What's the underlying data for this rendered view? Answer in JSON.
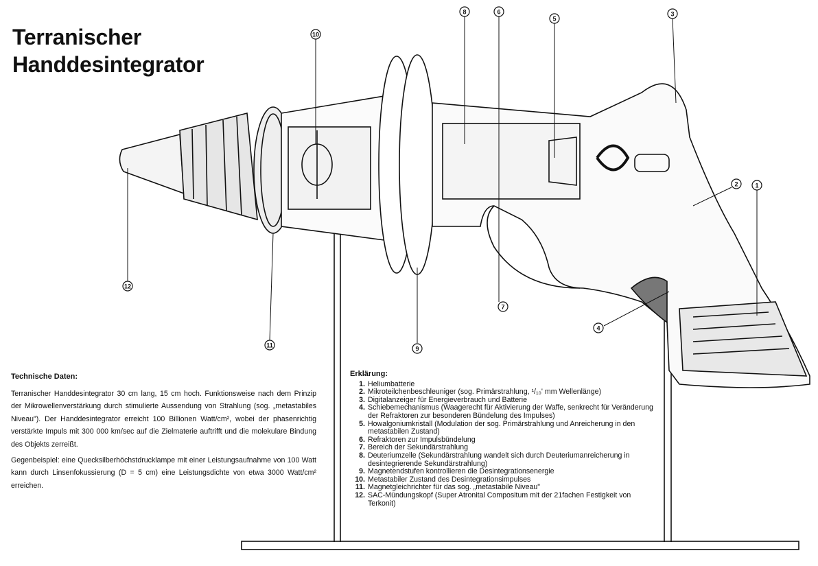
{
  "title": {
    "line1": "Terranischer",
    "line2": "Handdesintegrator"
  },
  "technical_data": {
    "heading": "Technische Daten:",
    "paragraph1": "Terranischer Handdesintegrator 30 cm lang, 15 cm hoch. Funktionsweise nach dem Prinzip der Mikrowellenverstärkung durch stimulierte Aussendung von Strahlung (sog. „metastabiles Niveau\"). Der Handdesintegrator erreicht 100 Billionen Watt/cm², wobei der phasenrichtig verstärkte Impuls mit 300 000 km/sec auf die Zielmaterie auftrifft und die molekulare Bindung des Objekts zerreißt.",
    "paragraph2": "Gegenbeispiel: eine Quecksilberhöchstdrucklampe mit einer Leistungsaufnahme von 100 Watt kann durch Linsenfokussierung (D = 5 cm) eine Leistungsdichte von etwa 3000 Watt/cm² erreichen."
  },
  "legend": {
    "heading": "Erklärung:",
    "items": [
      {
        "num": "1.",
        "text": "Heliumbatterie"
      },
      {
        "num": "2.",
        "text": "Mikroteilchenbeschleuniger (sog. Primärstrahlung, ¹/₁₀' mm Wellenlänge)"
      },
      {
        "num": "3.",
        "text": "Digitalanzeiger für Energieverbrauch und Batterie"
      },
      {
        "num": "4.",
        "text": "Schiebemechanismus (Waagerecht für Aktivierung der Waffe, senkrecht für Veränderung der Refraktoren zur besonderen Bündelung des Impulses)"
      },
      {
        "num": "5.",
        "text": "Howalgoniumkristall (Modulation der sog. Primärstrahlung und Anreicherung in den metastabilen Zustand)"
      },
      {
        "num": "6.",
        "text": "Refraktoren zur Impulsbündelung"
      },
      {
        "num": "7.",
        "text": "Bereich der Sekundärstrahlung"
      },
      {
        "num": "8.",
        "text": "Deuteriumzelle (Sekundärstrahlung wandelt sich durch Deuteriumanreicherung in desintegrierende Sekundärstrahlung)"
      },
      {
        "num": "9.",
        "text": "Magnetendstufen kontrollieren die Desintegrationsenergie"
      },
      {
        "num": "10.",
        "text": "Metastabiler Zustand des Desintegrationsimpulses"
      },
      {
        "num": "11.",
        "text": "Magnetgleichrichter für das sog. „metastabile Niveau\""
      },
      {
        "num": "12.",
        "text": "SAC-Mündungskopf (Super Atronital Compositum mit der 21fachen Festigkeit von Terkonit)"
      }
    ]
  },
  "callouts": [
    "1",
    "2",
    "3",
    "4",
    "5",
    "6",
    "7",
    "8",
    "9",
    "10",
    "11",
    "12"
  ]
}
